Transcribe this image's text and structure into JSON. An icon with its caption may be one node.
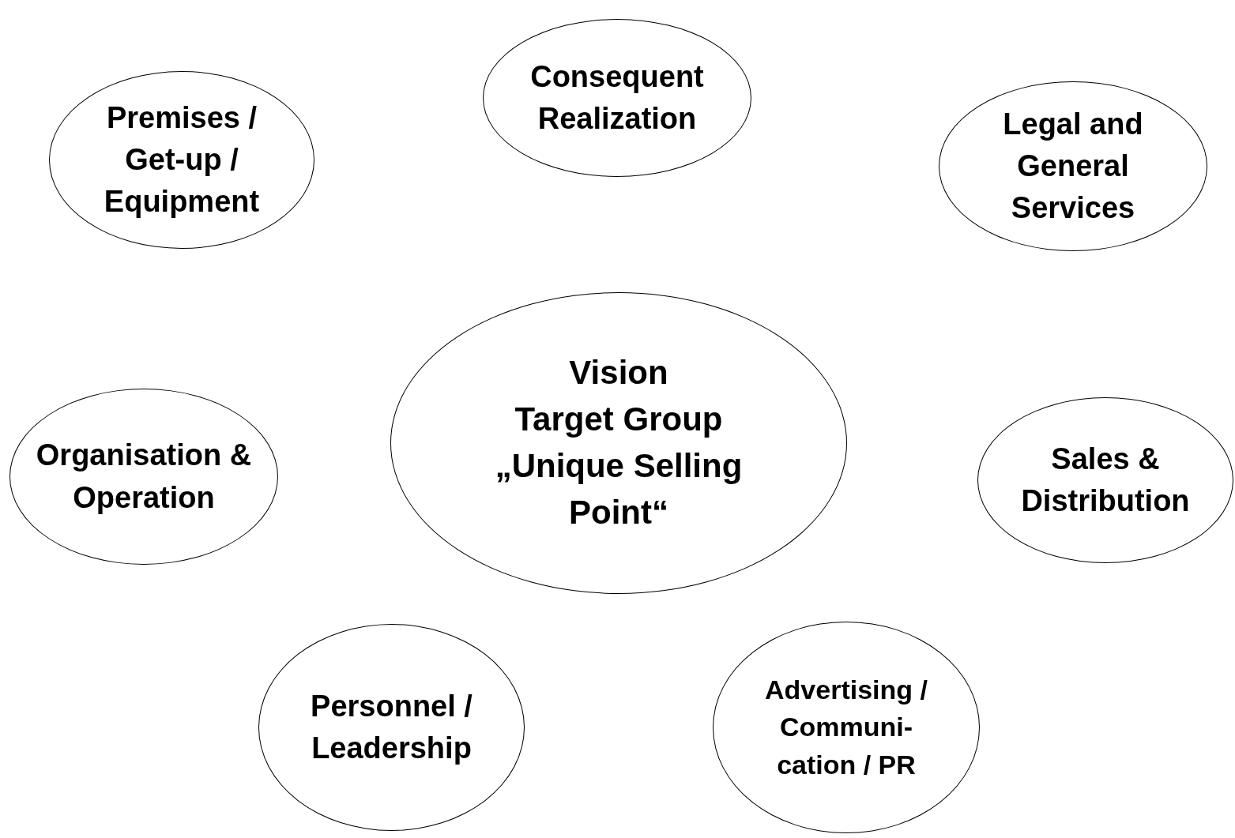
{
  "diagram": {
    "nodes": [
      {
        "text": [
          "Consequent Realization"
        ]
      },
      {
        "text": [
          "Premises / Get-up / Equipment"
        ]
      },
      {
        "text": [
          "Legal and General Services"
        ]
      },
      {
        "text": [
          "Vision",
          "Target Group",
          "„Unique Selling Point“"
        ]
      },
      {
        "text": [
          "Organisation & Operation"
        ]
      },
      {
        "text": [
          "Sales & Distribution"
        ]
      },
      {
        "text": [
          "Personnel / Leadership"
        ]
      },
      {
        "text": [
          "Advertising / Communi- cation / PR"
        ]
      }
    ]
  }
}
